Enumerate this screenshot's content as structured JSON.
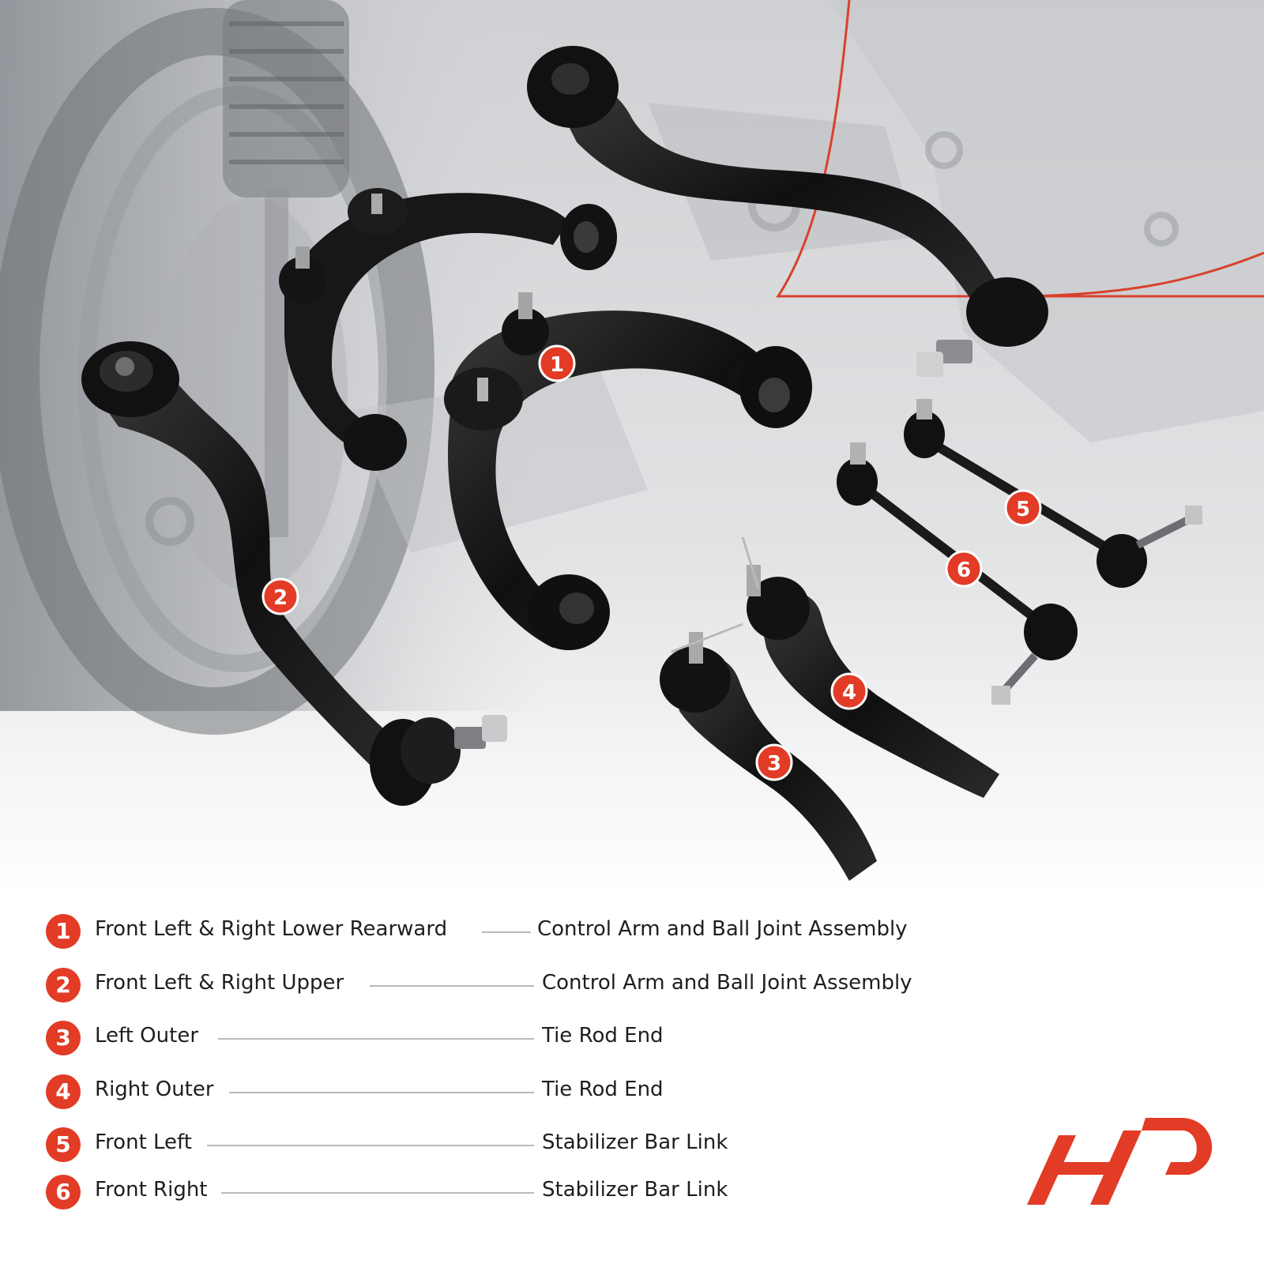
{
  "parts": [
    {
      "number": "1",
      "position": "Front Left & Right Lower Rearward",
      "part": "Control Arm and Ball Joint Assembly"
    },
    {
      "number": "2",
      "position": "Front Left & Right Upper",
      "part": "Control Arm and Ball Joint Assembly"
    },
    {
      "number": "3",
      "position": "Left Outer",
      "part": "Tie Rod End"
    },
    {
      "number": "4",
      "position": "Right Outer",
      "part": "Tie Rod End"
    },
    {
      "number": "5",
      "position": "Front Left",
      "part": "Stabilizer Bar Link"
    },
    {
      "number": "6",
      "position": "Front Right",
      "part": "Stabilizer Bar Link"
    }
  ],
  "colors": {
    "accent": "#e23b26",
    "text": "#1e1e1e",
    "part_black": "#141414",
    "background_gray": "#d7d8da"
  },
  "icons": {
    "brand": "a-premium-logo"
  }
}
